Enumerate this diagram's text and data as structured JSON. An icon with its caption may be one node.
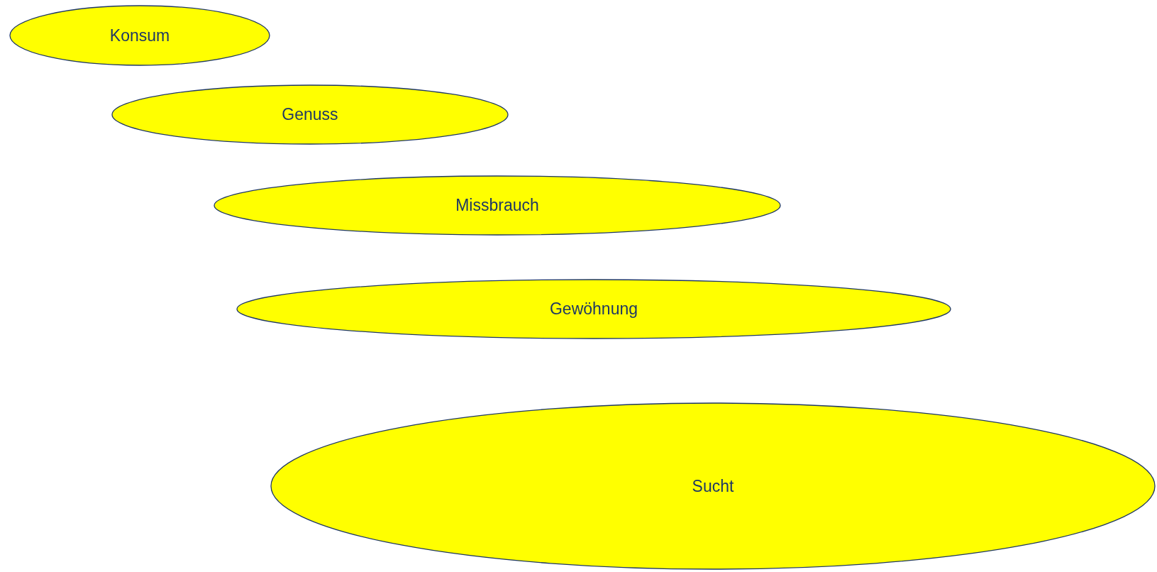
{
  "diagram": {
    "nodes": [
      {
        "text": [
          "Konsum"
        ]
      },
      {
        "text": [
          "Genuss"
        ]
      },
      {
        "text": [
          "Missbrauch"
        ]
      },
      {
        "text": [
          "Gewöhnung"
        ]
      },
      {
        "text": [
          "Sucht"
        ]
      }
    ]
  }
}
